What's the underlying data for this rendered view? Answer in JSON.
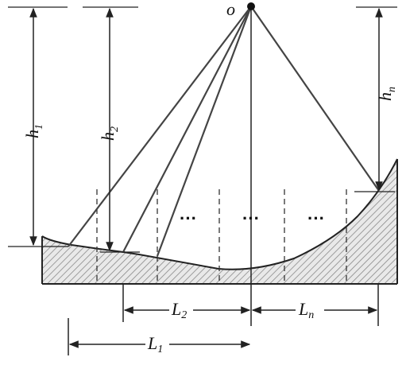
{
  "diagram": {
    "origin_label": "o",
    "heights": [
      {
        "sym": "h",
        "sub": "1"
      },
      {
        "sym": "h",
        "sub": "2"
      },
      {
        "sym": "h",
        "sub": "n"
      }
    ],
    "lengths": [
      {
        "sym": "L",
        "sub": "1"
      },
      {
        "sym": "L",
        "sub": "2"
      },
      {
        "sym": "L",
        "sub": "n"
      }
    ],
    "ellipsis": [
      "···",
      "···",
      "···"
    ]
  }
}
